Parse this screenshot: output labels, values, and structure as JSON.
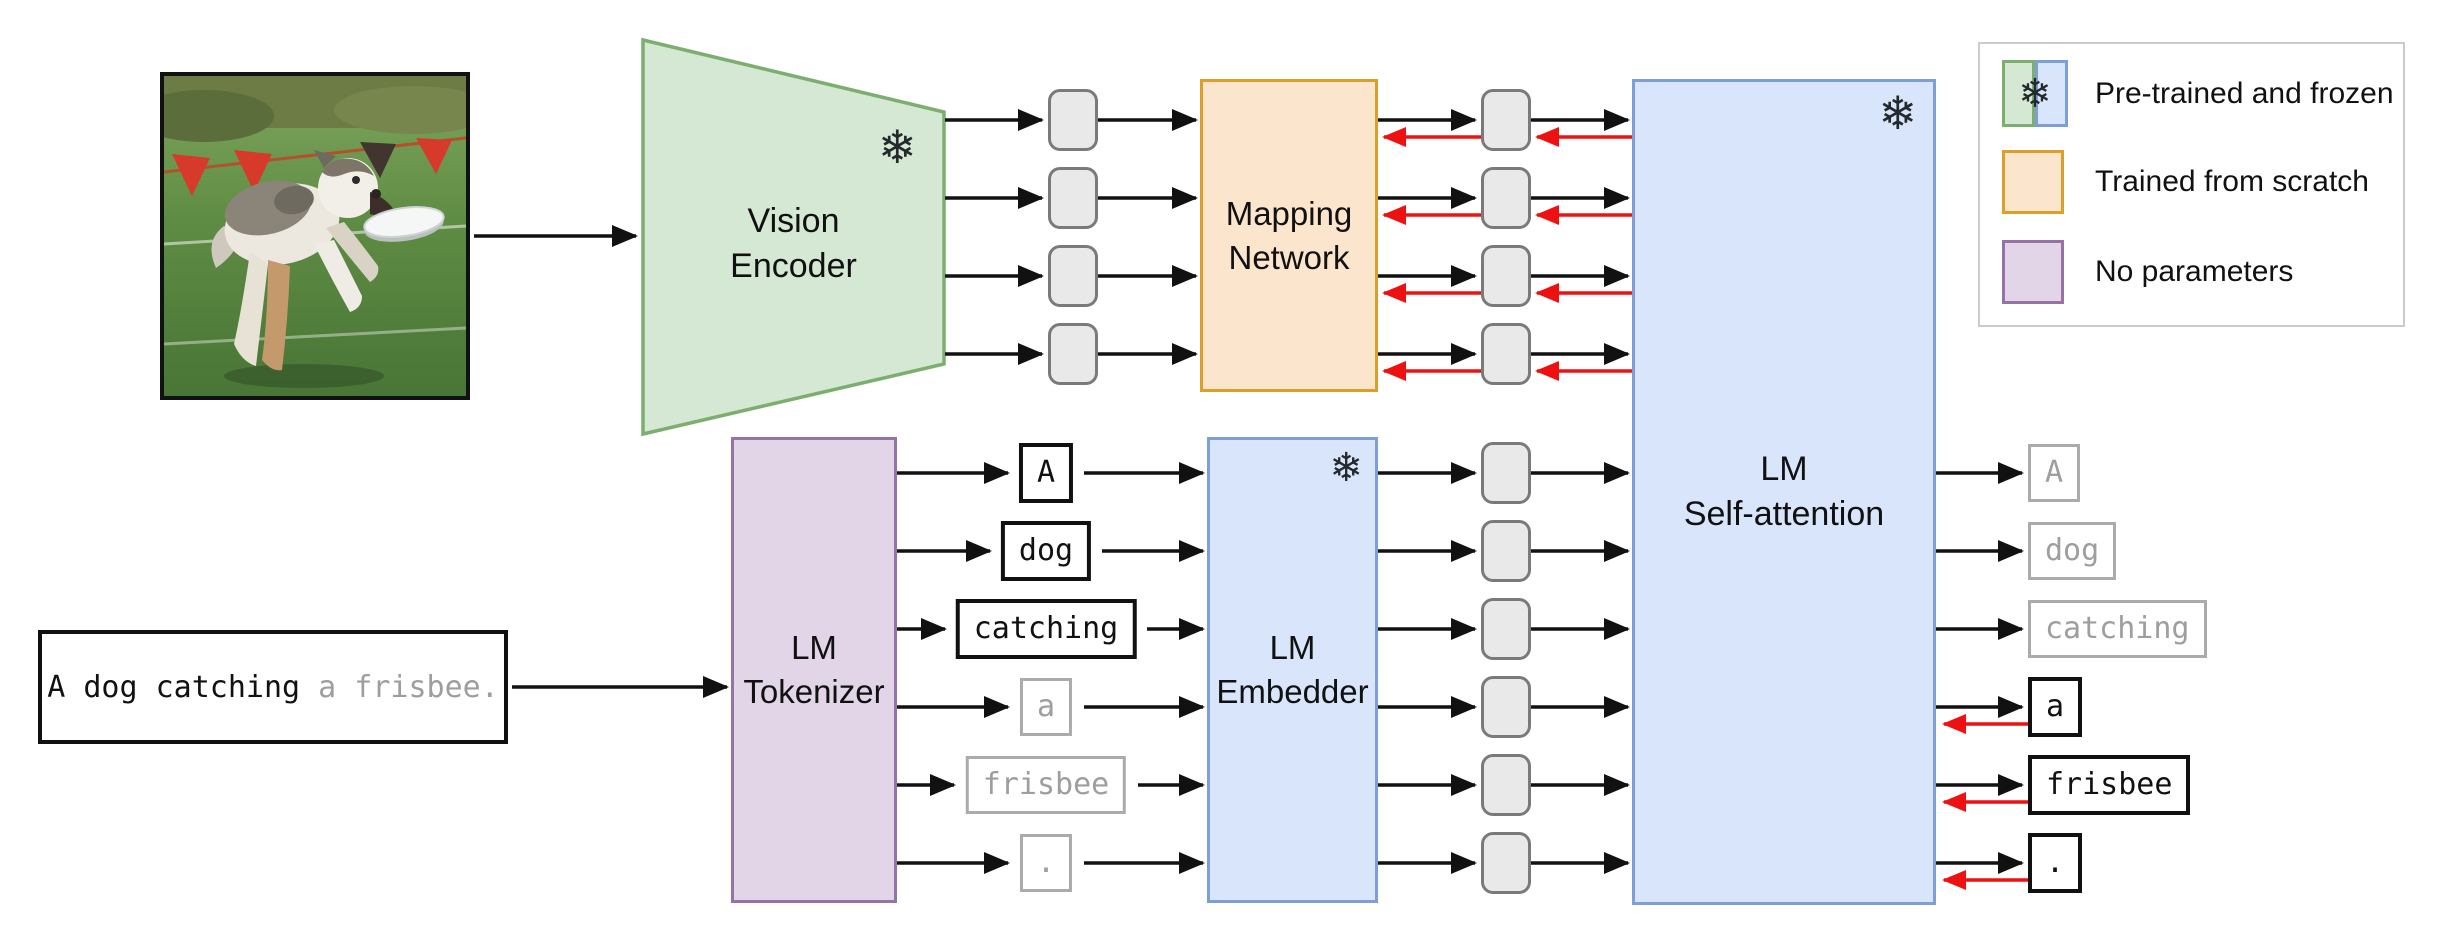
{
  "colors": {
    "frozen_green_fill": "#D5E8D4",
    "frozen_green_stroke": "#7CAF6F",
    "frozen_blue_fill": "#D8E5FA",
    "frozen_blue_stroke": "#7E9FD6",
    "scratch_orange_fill": "#FCE5CD",
    "scratch_orange_stroke": "#DBA02C",
    "noparam_purple_fill": "#E1D5E7",
    "noparam_purple_stroke": "#9673A6",
    "vector_chip_fill": "#E9E9E9",
    "vector_chip_stroke": "#7A7A7A",
    "forward_arrow": "#111111",
    "gradient_arrow": "#EE1111",
    "muted_token": "#9E9E9E"
  },
  "icons": {
    "snowflake": "❄"
  },
  "photo": {
    "depicts": "A dog leaping to catch a frisbee on a grass field"
  },
  "blocks": {
    "vision_encoder": {
      "line1": "Vision",
      "line2": "Encoder"
    },
    "mapping_network": {
      "line1": "Mapping",
      "line2": "Network"
    },
    "lm_self_attention": {
      "line1": "LM",
      "line2": "Self-attention"
    },
    "lm_tokenizer": {
      "line1": "LM",
      "line2": "Tokenizer"
    },
    "lm_embedder": {
      "line1": "LM",
      "line2": "Embedder"
    }
  },
  "input_sentence": {
    "prompt_part": "A dog catching",
    "generated_part": " a frisbee."
  },
  "tokens": {
    "input": [
      {
        "text": "A"
      },
      {
        "text": "dog"
      },
      {
        "text": "catching"
      },
      {
        "text": "a"
      },
      {
        "text": "frisbee"
      },
      {
        "text": "."
      }
    ],
    "output": [
      {
        "text": "A"
      },
      {
        "text": "dog"
      },
      {
        "text": "catching"
      },
      {
        "text": "a"
      },
      {
        "text": "frisbee"
      },
      {
        "text": "."
      }
    ]
  },
  "legend": {
    "items": [
      {
        "label": "Pre-trained and frozen"
      },
      {
        "label": "Trained from scratch"
      },
      {
        "label": "No parameters"
      }
    ]
  }
}
